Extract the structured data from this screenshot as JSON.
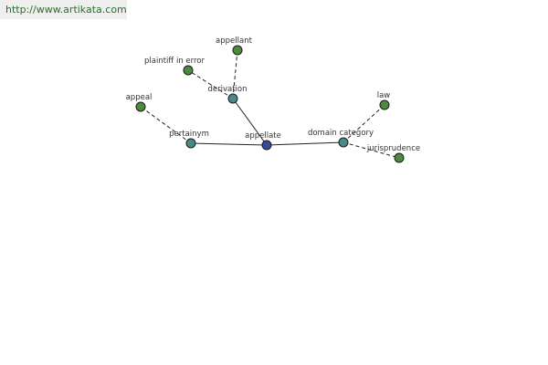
{
  "watermark": "http://www.artikata.com",
  "nodes": {
    "appellate": "appellate",
    "pertainym": "pertainym",
    "derivation": "derivation",
    "domain_category": "domain category",
    "appeal": "appeal",
    "plaintiff_in_error": "plaintiff in error",
    "appellant": "appellant",
    "law": "law",
    "jurisprudence": "jurisprudence"
  },
  "colors": {
    "center": "#3a4a9a",
    "relation": "#4a8a86",
    "leaf": "#4e8a3e"
  }
}
